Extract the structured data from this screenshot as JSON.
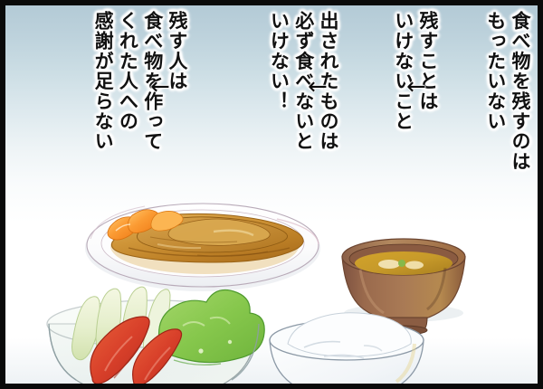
{
  "panel": {
    "type": "manga-panel",
    "border_color": "#0a0a0a",
    "background_top_color": "#b3cad6",
    "background_bottom_color": "#ffffff"
  },
  "text_groups": [
    {
      "id": "group-1",
      "order": 1,
      "lines": [
        "食べ物を残すのは",
        "もったいない"
      ],
      "text": "食べ物を残すのは\nもったいない"
    },
    {
      "id": "group-2",
      "order": 2,
      "lines": [
        "残すことは",
        "いけないこと"
      ],
      "text": "残すことは\nいけないこと"
    },
    {
      "id": "group-3",
      "order": 3,
      "lines": [
        "出されたものは",
        "必ず食べないと",
        "いけない！"
      ],
      "text": "出されたものは\n必ず食べないと\nいけない！"
    },
    {
      "id": "group-4",
      "order": 4,
      "lines": [
        "残す人は",
        "食べ物を作って",
        "くれた人への",
        "感謝が足らない"
      ],
      "text": "残す人は\n食べ物を作って\nくれた人への\n感謝が足らない"
    }
  ],
  "arrows": [
    {
      "id": "arrow-1",
      "glyph": "←",
      "direction": "left"
    },
    {
      "id": "arrow-2",
      "glyph": "←",
      "direction": "left"
    },
    {
      "id": "arrow-3",
      "glyph": "←",
      "direction": "left"
    }
  ],
  "illustration": {
    "description": "japanese-meal-set",
    "items": [
      {
        "name": "ginger-pork-plate",
        "label": "生姜焼きの皿",
        "colors": [
          "#ffffff",
          "#c98c2e",
          "#e8a93f",
          "#f7941e"
        ]
      },
      {
        "name": "miso-soup-bowl",
        "label": "味噌汁の椀",
        "colors": [
          "#8a5a46",
          "#a9744f",
          "#c8a02c"
        ]
      },
      {
        "name": "salad-bowl",
        "label": "サラダの器",
        "colors": [
          "#e3efe2",
          "#7cc24a",
          "#d94b2b",
          "#eef3e6"
        ]
      },
      {
        "name": "rice-bowl",
        "label": "ご飯茶碗",
        "colors": [
          "#ffffff",
          "#e9eef3"
        ]
      }
    ]
  }
}
